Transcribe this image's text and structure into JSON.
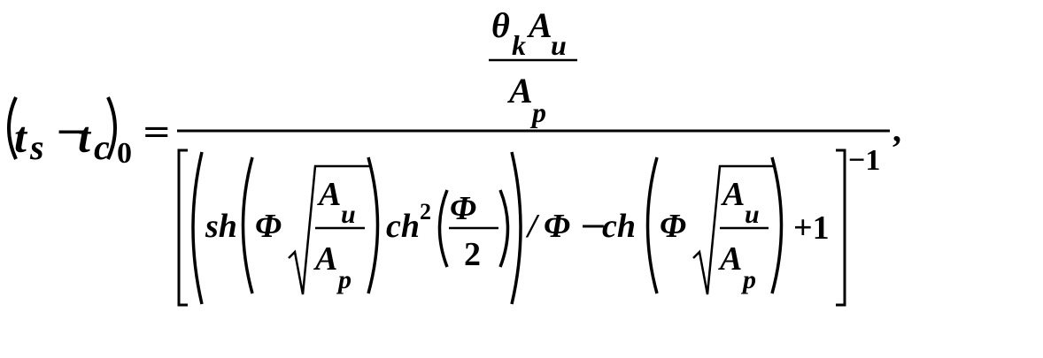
{
  "formula": {
    "lhs": {
      "t1": "t",
      "s": "s",
      "minus": "−",
      "t2": "t",
      "c": "c",
      "zero": "0",
      "equals": "="
    },
    "numerator": {
      "theta": "θ",
      "k": "k",
      "A": "A",
      "u": "u",
      "Ap": "A",
      "p": "p"
    },
    "denominator": {
      "sh": "sh",
      "Phi1": "Φ",
      "sqrt1": {
        "A": "A",
        "u": "u",
        "Ap": "A",
        "p": "p"
      },
      "ch1": "ch",
      "sq": "2",
      "Phi2": "Φ",
      "two": "2",
      "slash": "/",
      "Phi3": "Φ",
      "minus": "−",
      "ch2": "ch",
      "Phi4": "Φ",
      "sqrt2": {
        "A": "A",
        "u": "u",
        "Ap": "A",
        "p": "p"
      },
      "plus_one": "+1",
      "exponent": "−1"
    },
    "comma": ","
  }
}
